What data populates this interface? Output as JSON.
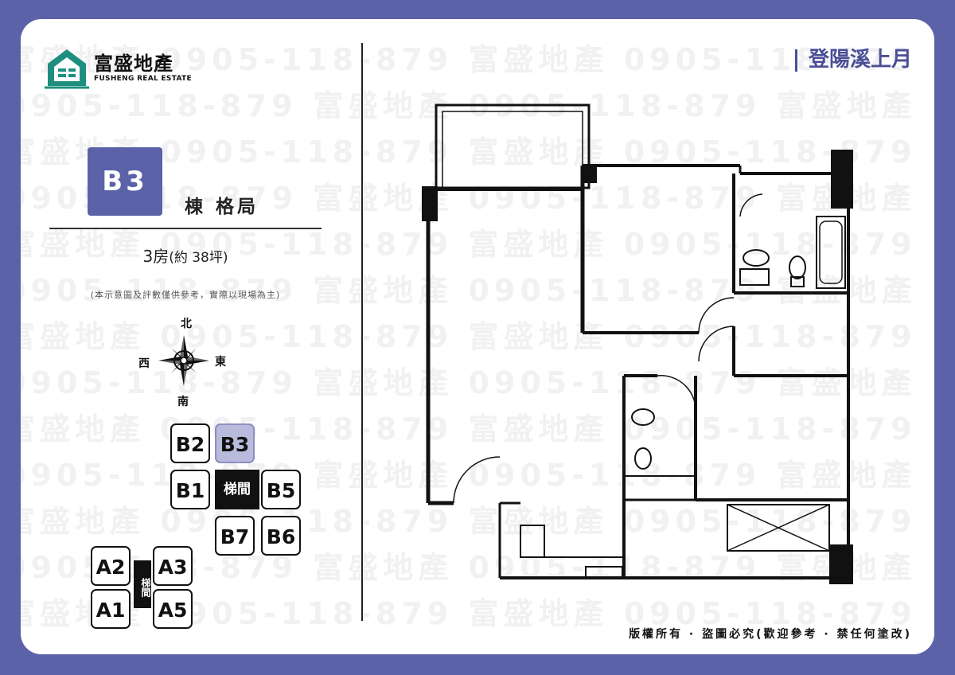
{
  "brand": {
    "name": "富盛地產",
    "name_en": "FUSHENG REAL ESTATE",
    "color": "#1e8f7e"
  },
  "project_title": "登陽溪上月",
  "unit_badge": "B3",
  "layout_label": "棟 格局",
  "rooms": {
    "count": "3房",
    "size": "(約 38坪)"
  },
  "disclaimer": "(本示意圖及評數僅供參考，實際以現場為主)",
  "compass": {
    "north": "北",
    "south": "南",
    "east": "東",
    "west": "西"
  },
  "building_b": {
    "units": [
      "B2",
      "B3",
      "B1",
      "B5",
      "B7",
      "B6"
    ],
    "active": "B3",
    "stair": "梯間"
  },
  "building_a": {
    "units": [
      "A2",
      "A3",
      "A1",
      "A5"
    ],
    "stair": "梯間"
  },
  "watermark": {
    "phone": "0905-118-879",
    "brand": "富盛地產"
  },
  "footer": "版權所有 · 盜圖必究(歡迎參考 · 禁任何塗改)",
  "colors": {
    "frame": "#5b62a8",
    "badge": "#5b62a8",
    "title": "#4a4f96",
    "active_unit": "#b9bbdc"
  }
}
